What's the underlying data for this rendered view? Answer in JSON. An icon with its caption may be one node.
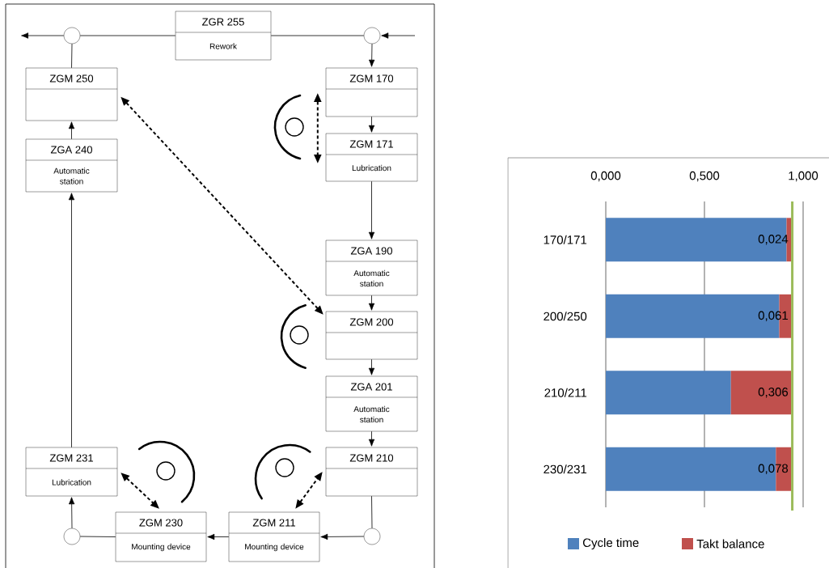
{
  "diagram": {
    "nodes": [
      {
        "text": [],
        "shape": "circle"
      },
      {
        "text": [
          "ZGR 255",
          "Rework"
        ]
      },
      {
        "text": [],
        "shape": "circle"
      },
      {
        "text": [
          "ZGM 250"
        ]
      },
      {
        "text": [
          "ZGM 170"
        ]
      },
      {
        "text": [
          "ZGM 171",
          "Lubrication"
        ]
      },
      {
        "text": [
          "ZGA 240",
          "Automatic station"
        ]
      },
      {
        "text": [
          "ZGA 190",
          "Automatic station"
        ]
      },
      {
        "text": [
          "ZGM 200"
        ]
      },
      {
        "text": [
          "ZGA 201",
          "Automatic station"
        ]
      },
      {
        "text": [
          "ZGM 231",
          "Lubrication"
        ]
      },
      {
        "text": [
          "ZGM 210"
        ]
      },
      {
        "text": [],
        "shape": "circle"
      },
      {
        "text": [
          "ZGM 230",
          "Mounting device"
        ]
      },
      {
        "text": [
          "ZGM 211",
          "Mounting device"
        ]
      },
      {
        "text": [],
        "shape": "circle"
      }
    ],
    "edges": [
      {
        "from": null,
        "to": 2,
        "arrow": "to"
      },
      {
        "from": 2,
        "to": 4,
        "arrow": "to"
      },
      {
        "from": 2,
        "to": 1,
        "arrow": "none"
      },
      {
        "from": 1,
        "to": 0,
        "arrow": "none"
      },
      {
        "from": 0,
        "to": null,
        "arrow": "to"
      },
      {
        "from": 3,
        "to": 0,
        "arrow": "none"
      },
      {
        "from": 4,
        "to": 5,
        "arrow": "to"
      },
      {
        "from": 5,
        "to": 7,
        "arrow": "to"
      },
      {
        "from": 7,
        "to": 8,
        "arrow": "to"
      },
      {
        "from": 8,
        "to": 9,
        "arrow": "to"
      },
      {
        "from": 9,
        "to": 11,
        "arrow": "to"
      },
      {
        "from": 11,
        "to": 15,
        "arrow": "none"
      },
      {
        "from": 15,
        "to": 14,
        "arrow": "to"
      },
      {
        "from": 14,
        "to": 13,
        "arrow": "to"
      },
      {
        "from": 13,
        "to": 12,
        "arrow": "none"
      },
      {
        "from": 12,
        "to": 10,
        "arrow": "to"
      },
      {
        "from": 10,
        "to": 6,
        "arrow": "to"
      },
      {
        "from": 6,
        "to": 3,
        "arrow": "to"
      },
      {
        "from": 4,
        "to": 5,
        "arrow": "both",
        "style": "dashed"
      },
      {
        "from": 3,
        "to": 8,
        "arrow": "both",
        "style": "dashed"
      },
      {
        "from": 10,
        "to": 13,
        "arrow": "both",
        "style": "dashed"
      },
      {
        "from": 14,
        "to": 11,
        "arrow": "both",
        "style": "dashed"
      }
    ],
    "chart_data": {
      "type": "bar",
      "orientation": "horizontal",
      "stacked": true,
      "categories": [
        "170/171",
        "200/250",
        "210/211",
        "230/231"
      ],
      "series": [
        {
          "name": "Cycle time",
          "color": "#4f81bd",
          "values": [
            0.916,
            0.879,
            0.634,
            0.862
          ]
        },
        {
          "name": "Takt balance",
          "color": "#c0504d",
          "values": [
            0.024,
            0.061,
            0.306,
            0.078
          ]
        }
      ],
      "xlim": [
        0,
        1
      ],
      "xticks": [
        {
          "value": 0,
          "label": "0,000"
        },
        {
          "value": 0.5,
          "label": "0,500"
        },
        {
          "value": 1,
          "label": "1,000"
        }
      ],
      "value_labels": [
        "0,024",
        "0,061",
        "0,306",
        "0,078"
      ],
      "legend": "bottom",
      "ref_lines": [
        {
          "axis": "x",
          "value": 0.945,
          "color": "#9bbb59"
        }
      ]
    }
  }
}
